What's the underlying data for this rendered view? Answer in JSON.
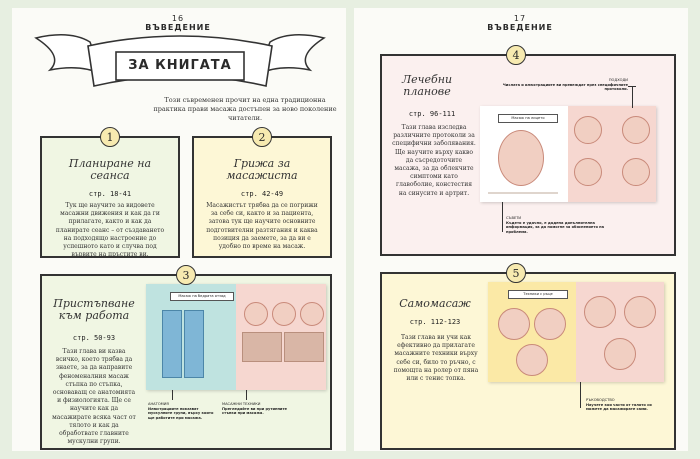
{
  "left_page": {
    "number": "16",
    "header": "ВЪВЕДЕНИЕ",
    "banner_title": "За книгата",
    "intro": "Този съвременен прочит на една традиционна практика прави масажа достъпен за ново поколение читатели."
  },
  "right_page": {
    "number": "17",
    "header": "ВЪВЕДЕНИЕ"
  },
  "sections": [
    {
      "n": "1",
      "title": "Планиране на сеанса",
      "range": "стр. 18-41",
      "text": "Тук ще научите за видовете масажни движения и как да ги прилагате, както и как да планирате сеанс – от създаването на подходящо настроение до успешното като и случва под вървите на пръстите ви."
    },
    {
      "n": "2",
      "title": "Грижа за масажиста",
      "range": "стр. 42-49",
      "text": "Масажистът трябва да се погрижи за себе си, както и за пациента, затова тук ще научите основните подготвителни разтягания и каква позиция да заемете, за да ви е удобно по време на масаж."
    },
    {
      "n": "3",
      "title": "Пристъпване към работа",
      "range": "стр. 50-93",
      "text": "Тази глава ви казва всичко, което трябва да знаете, за да направите феноменалния масаж стъпка по стъпка, основаващ се анатомията и физиологията. Ще се научите как да масажирате всяка част от тялото и как да обработвате главните мускулни групи.",
      "spread_label": "Масаж на бедрата отзад",
      "annot_left_title": "АНАТОМИЯ",
      "annot_left_text": "Илюстрациите показват мускулните групи, върху които ще работите при масажа.",
      "annot_right_title": "МАСАЖНИ ТЕХНИКИ",
      "annot_right_text": "Прегледайте ви при рутинните стъпки при масажа."
    },
    {
      "n": "4",
      "title": "Лечебни планове",
      "range": "стр. 96-111",
      "text": "Тази глава изследва различните протоколи за специфични заболявания. Ще научите върху какво да съсредоточите масажа, за да облекчите симптоми като главоболие, констестия на синусите и артрит.",
      "spread_label": "Масаж на лицето",
      "annot_top_title": "ПОДХОДИ",
      "annot_top_text": "Числата и илюстрациите ви превеждат през специфичните протоколи.",
      "annot_bottom_title": "СЪВЕТИ",
      "annot_bottom_text": "Където е удачно, е дадена допълнителна информация, за да помогне за обяснението на проблема."
    },
    {
      "n": "5",
      "title": "Самомасаж",
      "range": "стр. 112-123",
      "text": "Тази глава ви учи как ефективно да прилагате масажните техники върху себе си, било то ръчно, с помощта на ролер от пяна или с тенис топка.",
      "spread_label": "Техники с ръце",
      "annot_title": "РЪКОВОДСТВО",
      "annot_text": "Научете кои части от тялото си можете да масажирате сами."
    }
  ],
  "colors": {
    "background": "#e7efe1",
    "box_green": "#f0f6e3",
    "box_yellow": "#fdf7d6",
    "box_pink": "#fbf0ef",
    "number_circle": "#f7eab0",
    "spread_teal": "#bfe3e0",
    "spread_pink": "#f6d7d0",
    "spread_yellow": "#fbe9a6"
  }
}
